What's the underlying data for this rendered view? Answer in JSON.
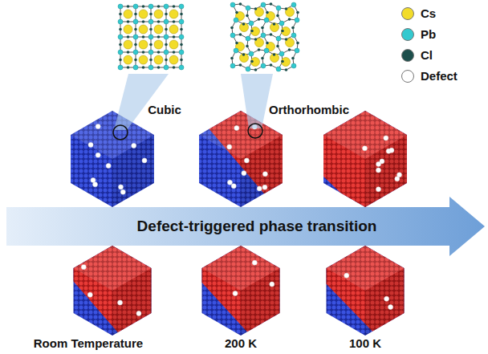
{
  "diagram": {
    "nodes": [
      {
        "text": [
          "Defect-triggered phase transition"
        ]
      }
    ],
    "labels": [
      "Cubic",
      "Orthorhombic",
      "Room Temperature",
      "200 K",
      "100 K"
    ],
    "legend": [
      {
        "text": "Cs",
        "color": "#f2dc2a"
      },
      {
        "text": "Pb",
        "color": "#33c9cf"
      },
      {
        "text": "Cl",
        "color": "#1d4f4c"
      },
      {
        "text": "Defect",
        "color": "#ffffff"
      }
    ]
  }
}
